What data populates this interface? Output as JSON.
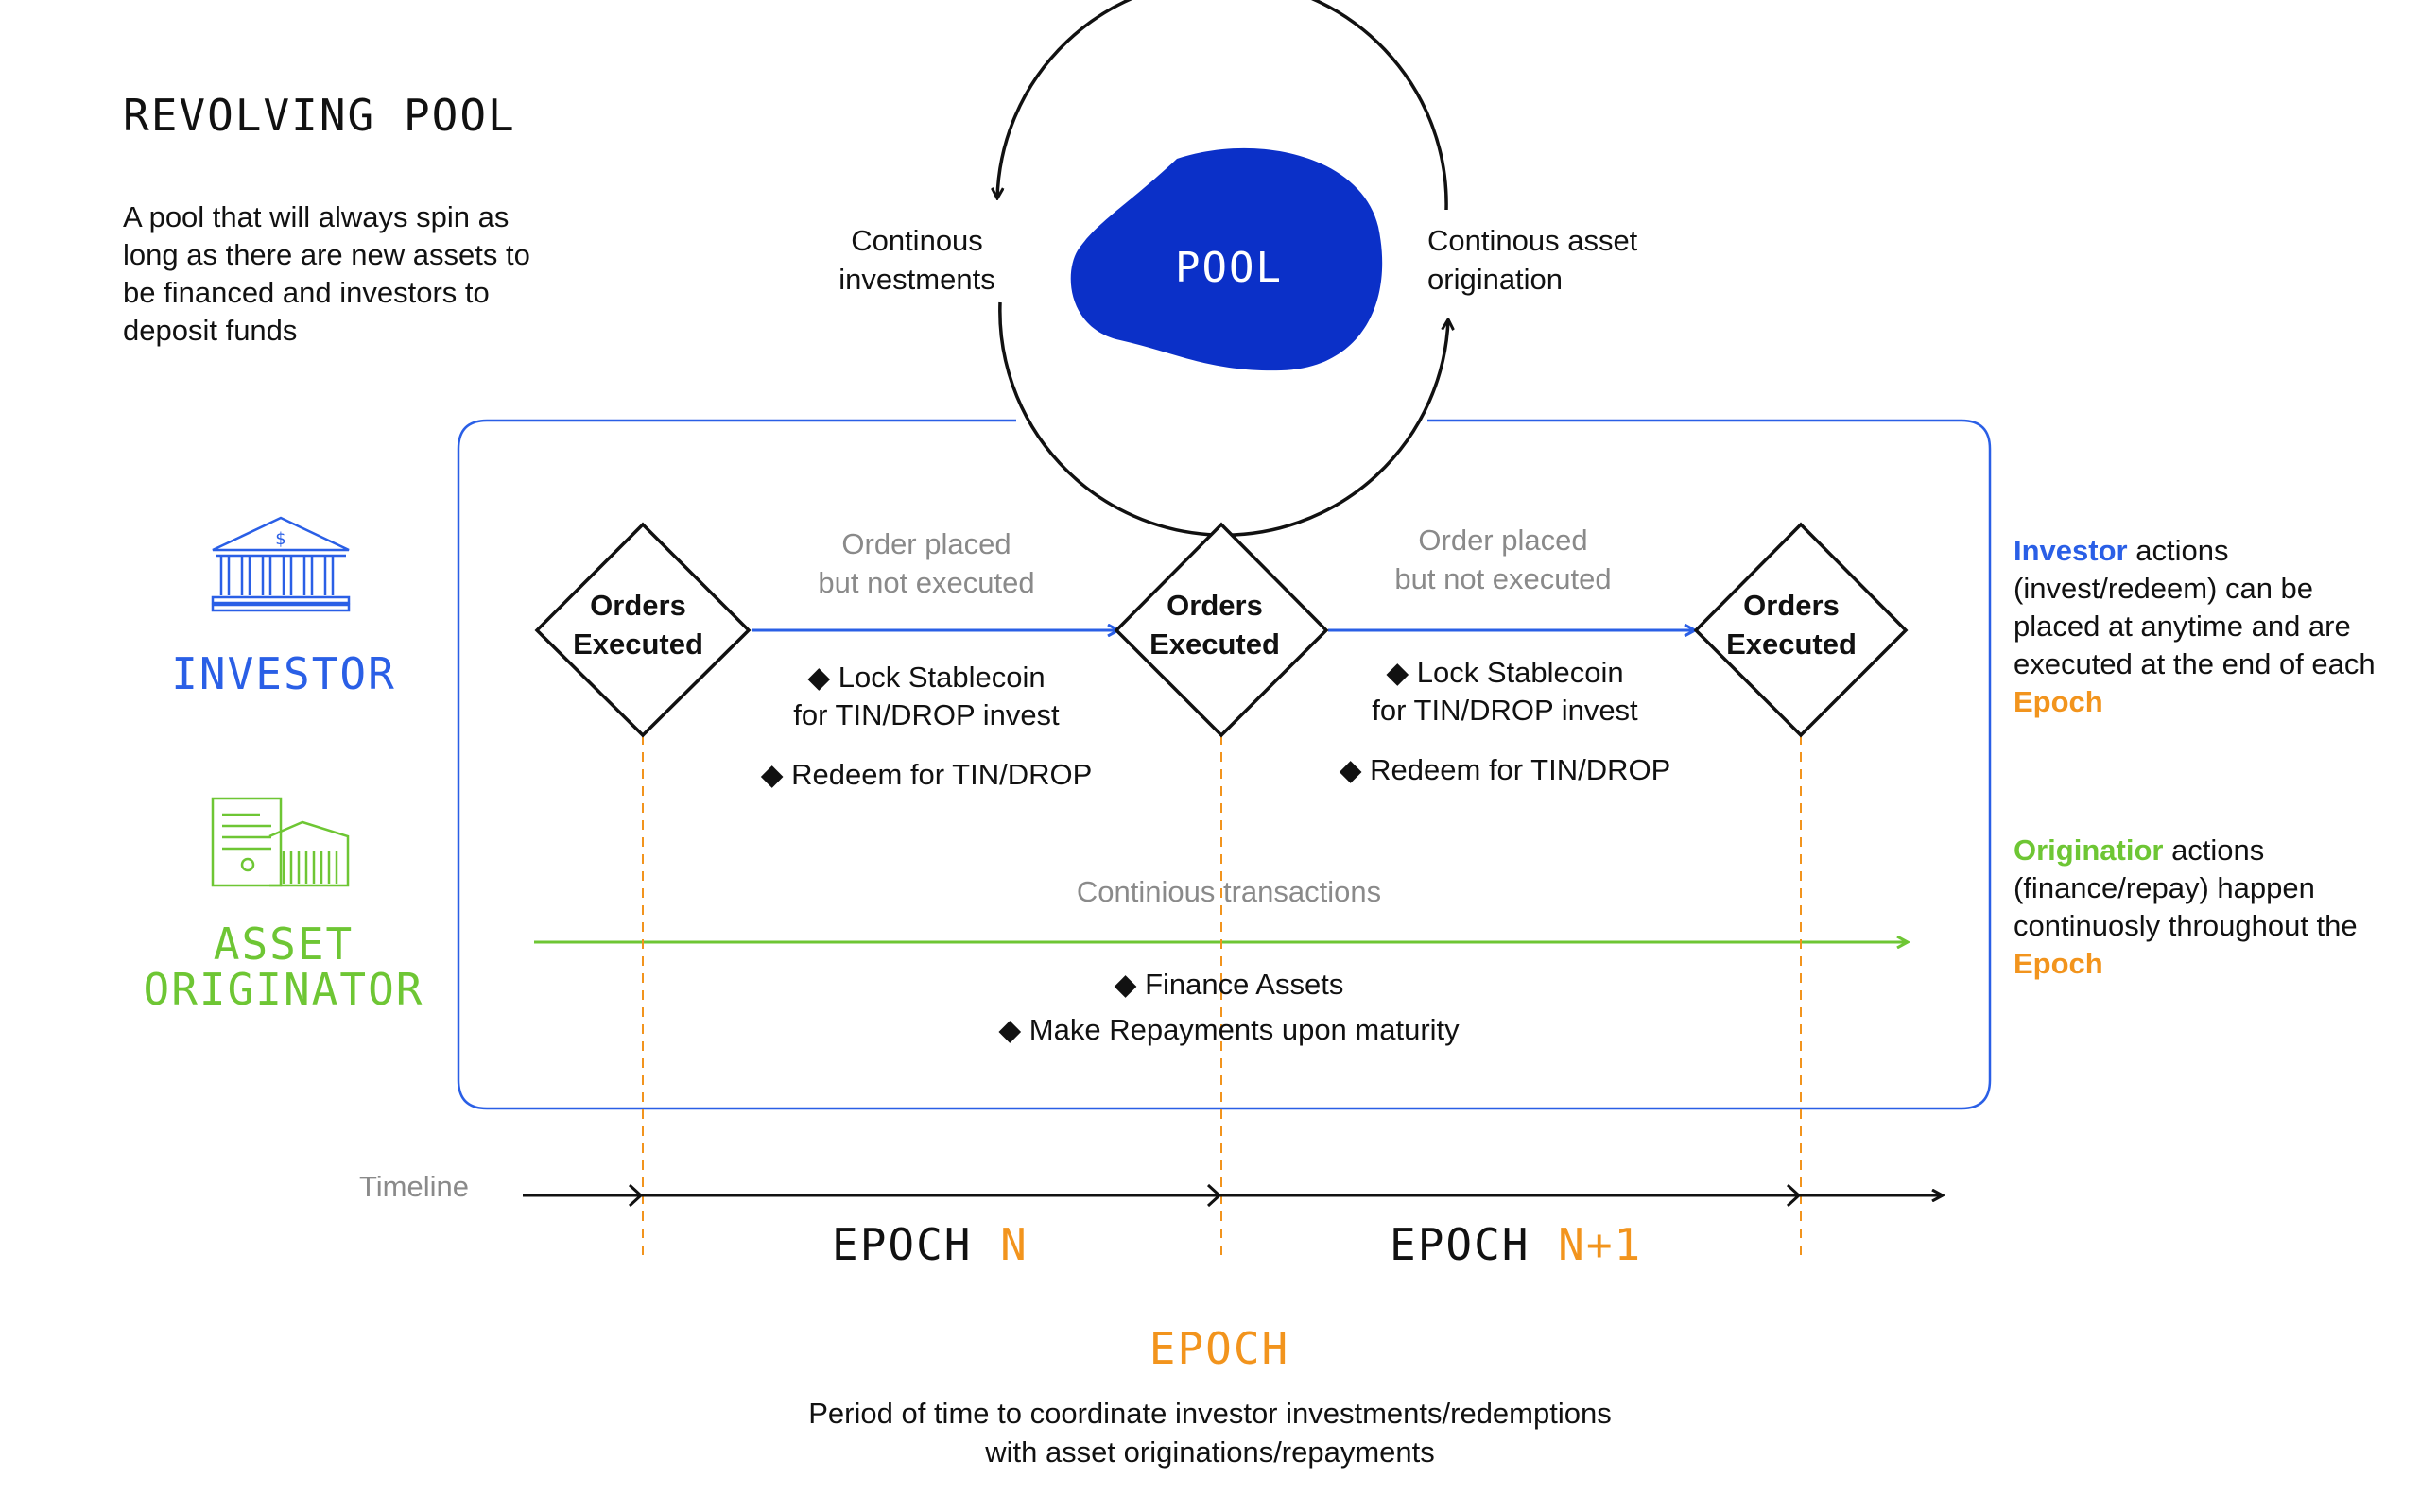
{
  "title": "REVOLVING POOL",
  "description": "A pool that will always spin as long as there are new assets to be financed and investors to deposit funds",
  "pool": {
    "label": "POOL",
    "left_label_1": "Continous",
    "left_label_2": "investments",
    "right_label_1": "Continous asset",
    "right_label_2": "origination"
  },
  "actors": {
    "investor": "INVESTOR",
    "originator_1": "ASSET",
    "originator_2": "ORIGINATOR"
  },
  "milestones": {
    "line1": "Orders",
    "line2": "Executed"
  },
  "investor_flow": {
    "placed_1": "Order placed",
    "placed_2": "but not executed",
    "lock_1": "◆ Lock Stablecoin",
    "lock_2": "for TIN/DROP invest",
    "redeem": "◆ Redeem for TIN/DROP"
  },
  "originator_flow": {
    "continuous": "Continious transactions",
    "finance": "◆ Finance Assets",
    "repay": "◆ Make Repayments upon maturity"
  },
  "notes": {
    "investor_keyword": "Investor",
    "investor_text": " actions (invest/redeem) can be placed at anytime and are executed at the end of each ",
    "originator_keyword": "Originatior",
    "originator_text": " actions (finance/repay) happen continuosly throughout the ",
    "epoch_keyword": "Epoch"
  },
  "timeline": {
    "label": "Timeline",
    "epoch_word": "EPOCH ",
    "epoch_n": "N",
    "epoch_n1": "N+1"
  },
  "epoch_definition": {
    "title": "EPOCH",
    "line1": "Period of time to coordinate investor investments/redemptions",
    "line2": "with asset originations/repayments"
  },
  "colors": {
    "investor_blue": "#2a5fe6",
    "pool_blue": "#0b30c8",
    "originator_green": "#6ec634",
    "epoch_orange": "#f2941d",
    "muted_grey": "#8a8a8a"
  },
  "icons": [
    "bank-icon",
    "asset-document-building-icon"
  ]
}
